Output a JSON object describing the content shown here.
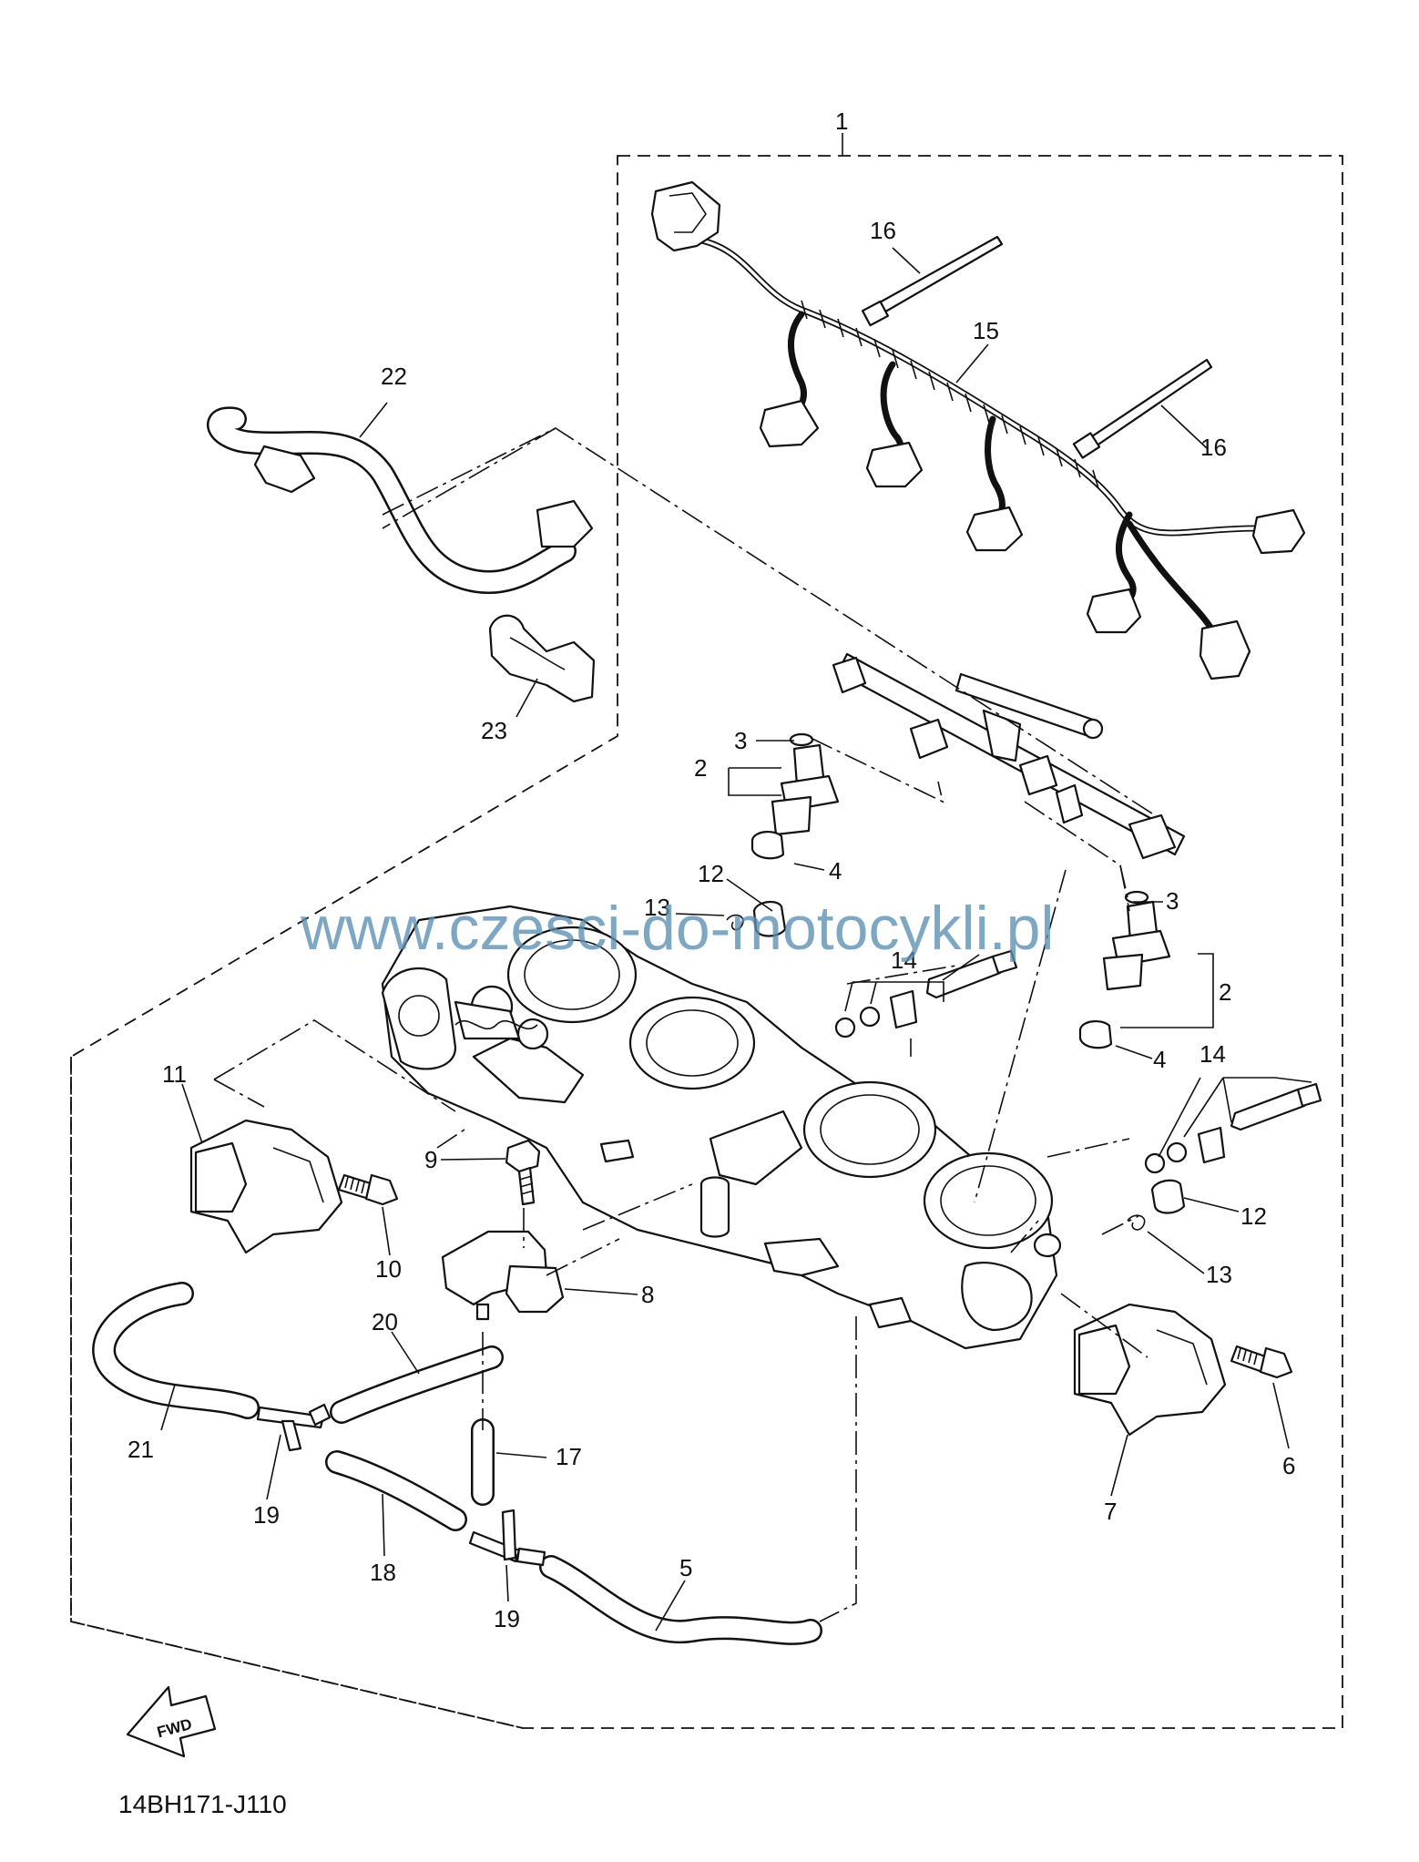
{
  "watermark": "www.czesci-do-motocykli.pl",
  "diagram_code": "14BH171-J110",
  "fwd_label": "FWD",
  "callouts": {
    "c1": "1",
    "c2a": "2",
    "c2b": "2",
    "c3a": "3",
    "c3b": "3",
    "c4a": "4",
    "c4b": "4",
    "c5": "5",
    "c6": "6",
    "c7": "7",
    "c8": "8",
    "c9": "9",
    "c10": "10",
    "c11": "11",
    "c12a": "12",
    "c12b": "12",
    "c13a": "13",
    "c13b": "13",
    "c14a": "14",
    "c14b": "14",
    "c15": "15",
    "c16a": "16",
    "c16b": "16",
    "c17": "17",
    "c18": "18",
    "c19a": "19",
    "c19b": "19",
    "c20": "20",
    "c21": "21",
    "c22": "22",
    "c23": "23"
  }
}
